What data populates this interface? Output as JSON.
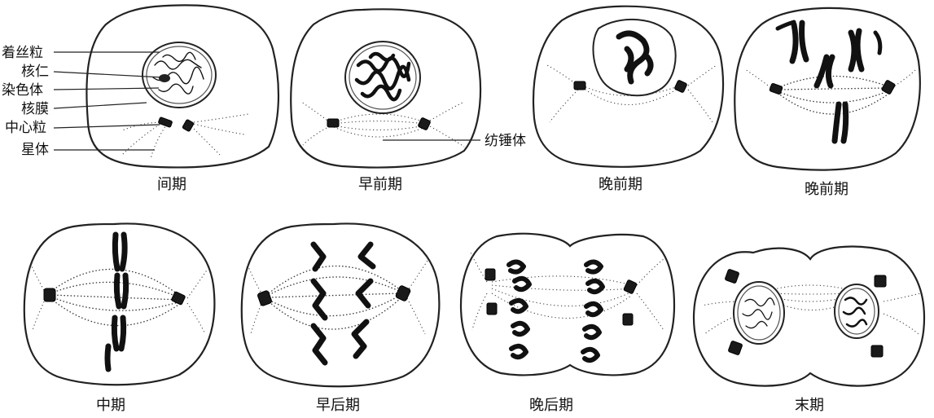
{
  "labels": {
    "centromere": "着丝粒",
    "nucleolus": "核仁",
    "chromosome": "染色体",
    "nuclear_membrane": "核膜",
    "centriole": "中心粒",
    "aster": "星体",
    "spindle": "纺锤体"
  },
  "stages": [
    {
      "name": "间期"
    },
    {
      "name": "早前期"
    },
    {
      "name": "晚前期"
    },
    {
      "name": "晚前期"
    },
    {
      "name": "中期"
    },
    {
      "name": "早后期"
    },
    {
      "name": "晚后期"
    },
    {
      "name": "末期"
    }
  ]
}
